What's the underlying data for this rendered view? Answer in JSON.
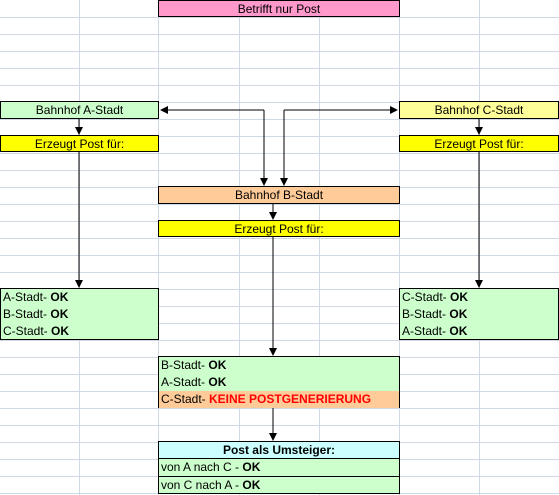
{
  "title": "Betrifft nur Post",
  "colors": {
    "title_bg": "#ff99cc",
    "station_a_bg": "#ccffcc",
    "station_b_bg": "#ffcc99",
    "station_c_bg": "#ffff99",
    "produces_bg": "#ffff00",
    "list_bg": "#ccffcc",
    "header_bg": "#ccffff",
    "alert_text": "#ff0000"
  },
  "station_a": {
    "name": "Bahnhof A-Stadt",
    "produces": "Erzeugt Post für:",
    "items": [
      {
        "city": "A-Stadt- ",
        "status": "OK"
      },
      {
        "city": "B-Stadt- ",
        "status": "OK"
      },
      {
        "city": "C-Stadt- ",
        "status": "OK"
      }
    ]
  },
  "station_c": {
    "name": "Bahnhof C-Stadt",
    "produces": "Erzeugt Post für:",
    "items": [
      {
        "city": "C-Stadt- ",
        "status": "OK"
      },
      {
        "city": "B-Stadt- ",
        "status": "OK"
      },
      {
        "city": "A-Stadt- ",
        "status": "OK"
      }
    ]
  },
  "station_b": {
    "name": "Bahnhof B-Stadt",
    "produces": "Erzeugt Post für:",
    "items": [
      {
        "city": "B-Stadt- ",
        "status": "OK"
      },
      {
        "city": "A-Stadt- ",
        "status": "OK"
      },
      {
        "city": "C-Stadt- ",
        "status": "KEINE POSTGENERIERUNG"
      }
    ]
  },
  "transfer": {
    "header": "Post als Umsteiger:",
    "items": [
      {
        "route": "von A nach C - ",
        "status": "OK"
      },
      {
        "route": "von C nach A - ",
        "status": "OK"
      }
    ]
  }
}
